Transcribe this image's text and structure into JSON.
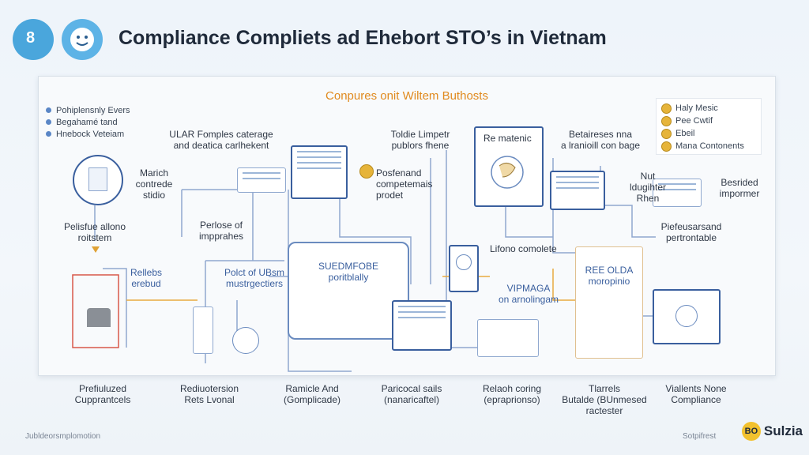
{
  "header": {
    "title": "Compliance Compliets ad Ehebort STO’s in Vietnam",
    "logo_text": "8"
  },
  "panel": {
    "title": "Conpures onit Wiltem Buthosts"
  },
  "legend": [
    "Pohiplensnly Evers",
    "Begahamé tand",
    "Hnebock Veteiam"
  ],
  "key": [
    "Haly Mesic",
    "Pee Cwtif",
    "Ebeil",
    "Mana Contonents"
  ],
  "labels": {
    "ulfr": "ULAR Fomples caterage\nand deatica carlhekent",
    "toldie": "Toldie Limpetr\npublors fhene",
    "remat": "Re matenic",
    "betaires": "Betaireses nna\na lranioill con bage",
    "marich": "Marich\ncontrede\nstidio",
    "posfer": "Posfenand\ncompetemais\nprodet",
    "nut": "Nut\nldugihter\nRhen",
    "besrided": "Besrided\nimpormer",
    "pelisfue": "Pelisfue allono\nroitstem",
    "perlose": "Perlose of\nimpprahes",
    "piefeusa": "Piefeusarsand\npertrontable",
    "lifono": "Lifono comolete",
    "rellebs": "Rellebs\nerebud",
    "polctof": "Polct of UBsm\nmustrgectiers",
    "suedm": "SUEDMFOBE\nporitblally",
    "vipmaga": "VIPMAGA\non arnolingam",
    "reeolda": "REE OLDA\nmoropinio"
  },
  "footer": [
    "Prefiuluzed\nCupprantcels",
    "Rediuotersion\nRets Lvonal",
    "Ramicle And\n(Gomplicade)",
    "Paricocal sails\n(nanaricaftel)",
    "Relaoh coring\n(epraprionso)",
    "Tlarrels\nButalde (BUnmesed\nractester",
    "Viallents None\nCompliance"
  ],
  "bottom_left": "Jubldeorsmplomotion",
  "bottom_right": "Sotpifrest",
  "brand": {
    "badge": "BO",
    "name": "Sulzia"
  },
  "colors": {
    "accent": "#e08a1e",
    "wire": "#8fa8cf",
    "dark": "#3a5f9e",
    "logo": "#4aa6dc"
  }
}
